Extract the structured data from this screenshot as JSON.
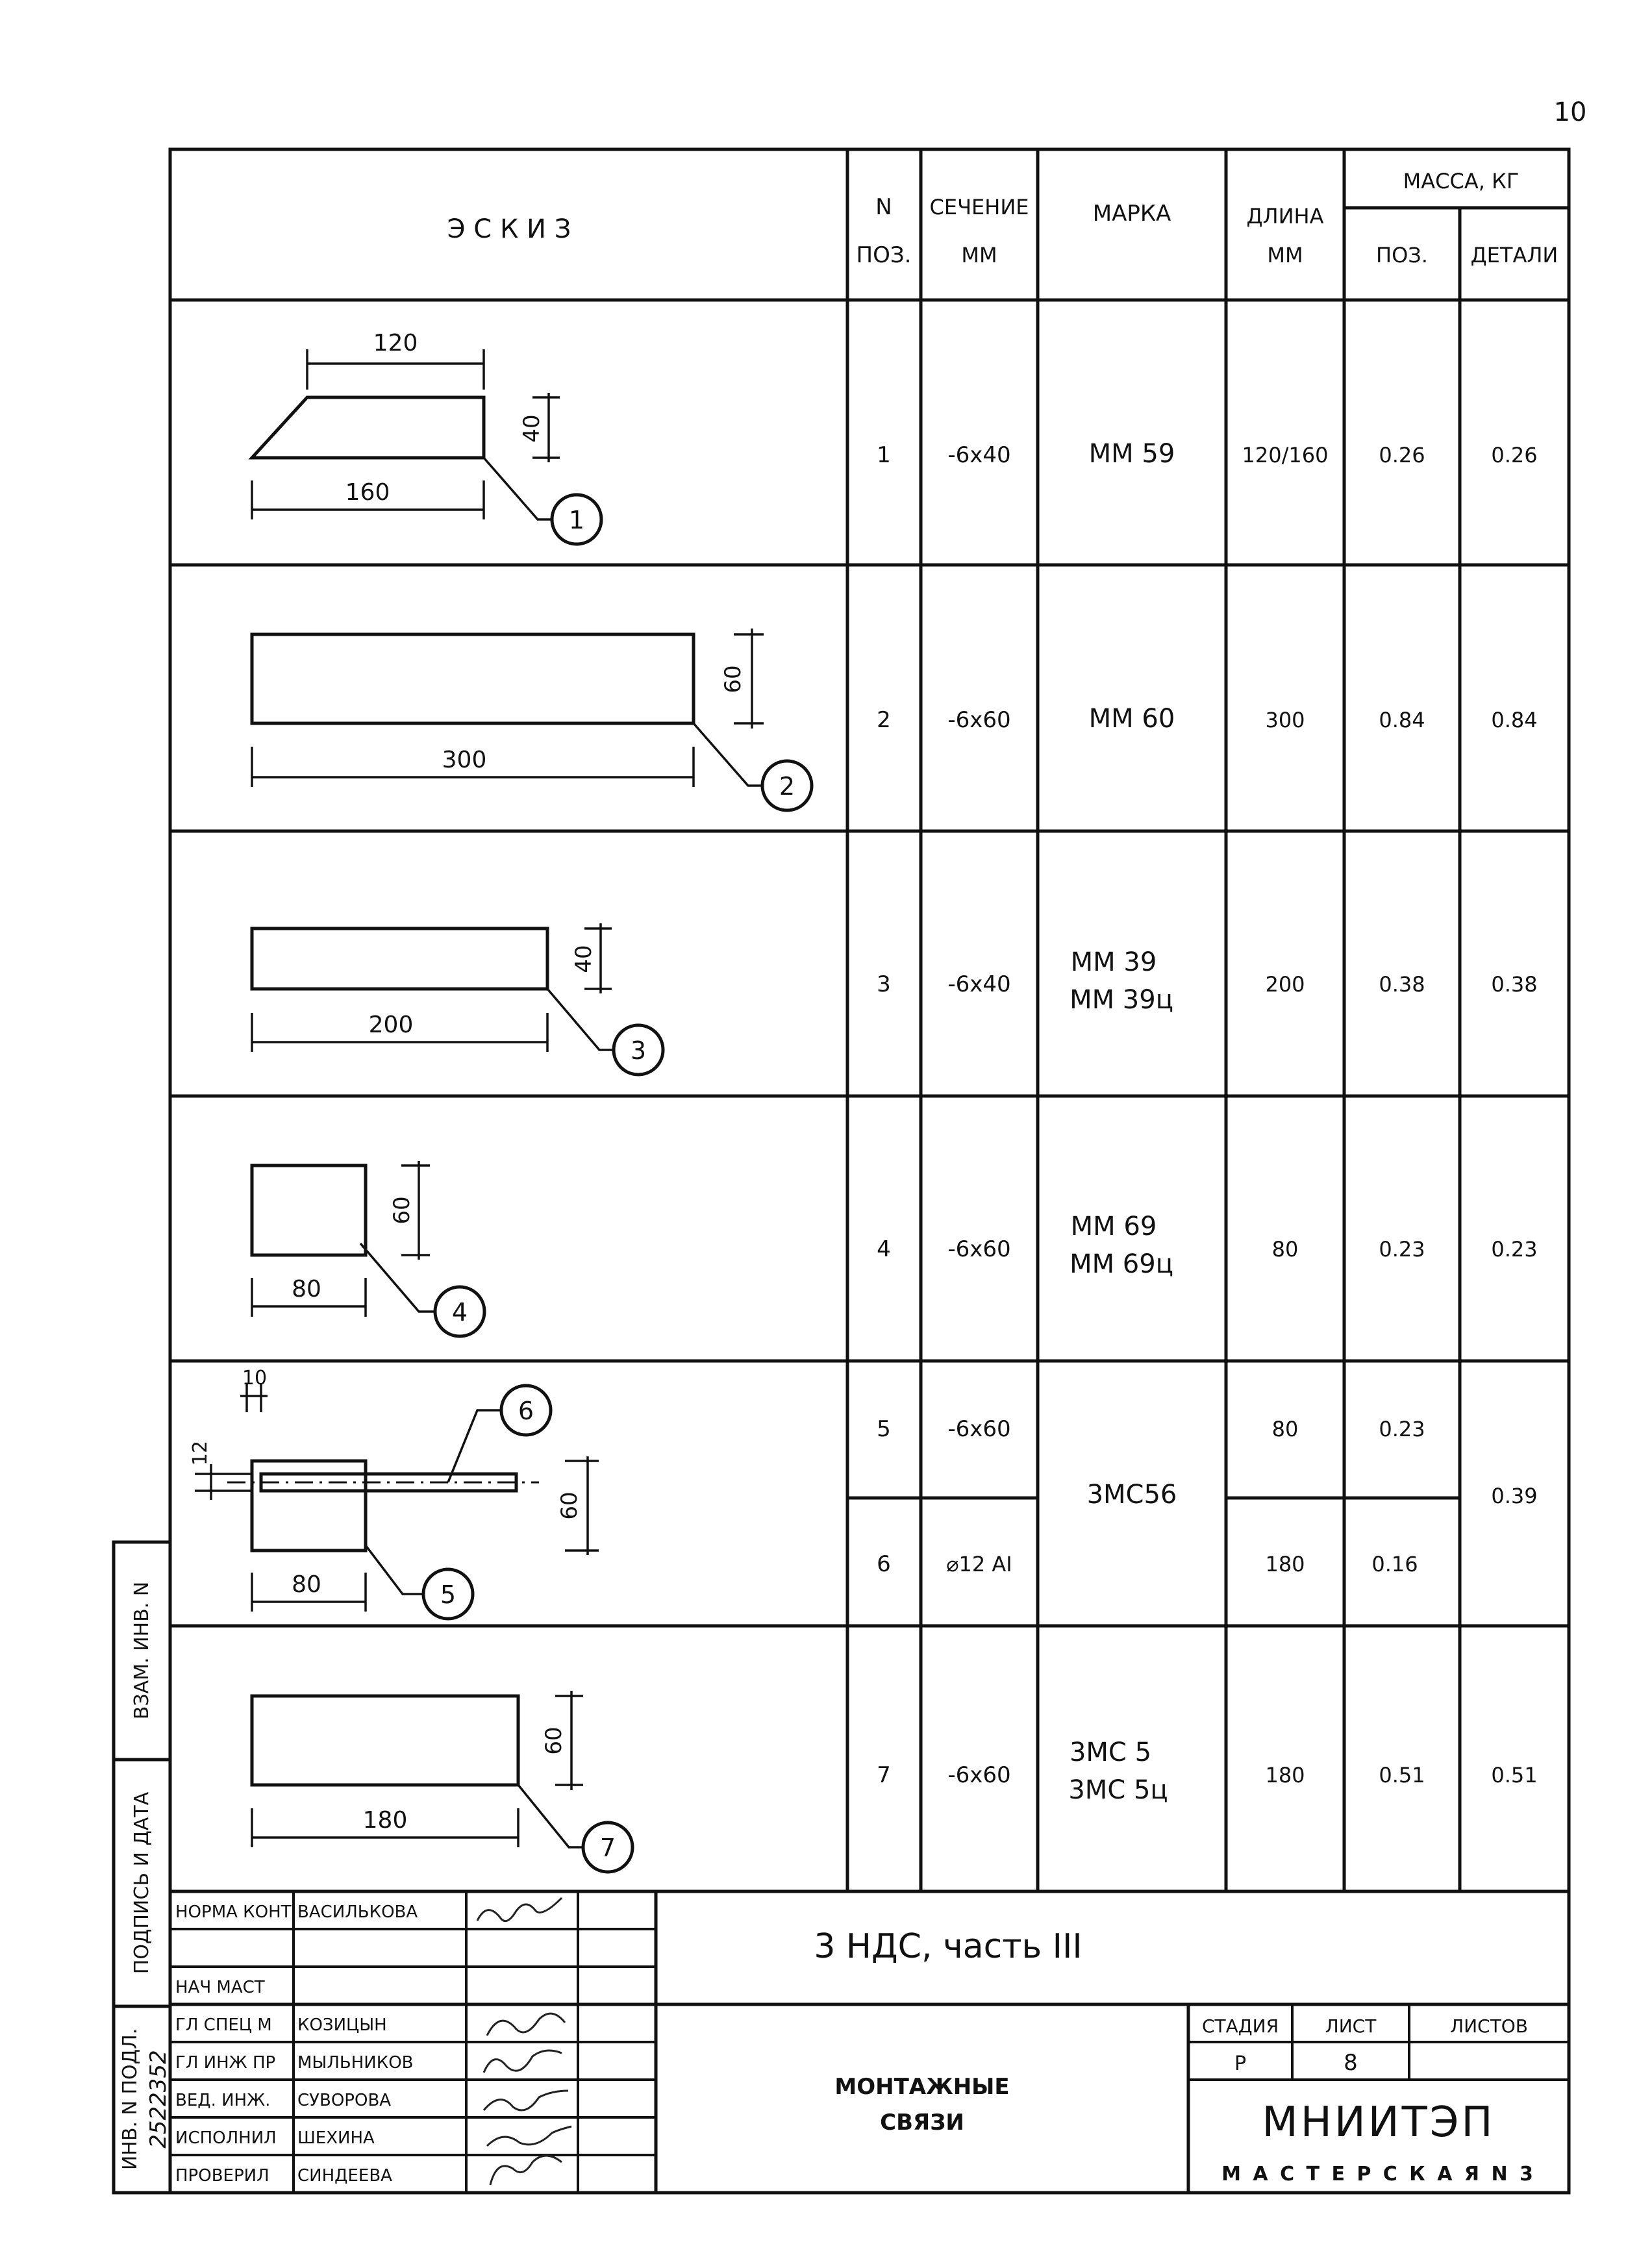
{
  "page_number": "10",
  "table": {
    "headers": {
      "sketch": "Э С К И З",
      "pos": [
        "N",
        "ПОЗ."
      ],
      "section": [
        "СЕЧЕНИЕ",
        "ММ"
      ],
      "mark": "МАРКА",
      "length": [
        "ДЛИНА",
        "ММ"
      ],
      "mass": "МАССА, КГ",
      "mass_pos": "ПОЗ.",
      "mass_part": "ДЕТАЛИ"
    },
    "rows": [
      {
        "pos": "1",
        "section": "-6x40",
        "mark": [
          "ММ 59"
        ],
        "length": "120/160",
        "mass_pos": "0.26",
        "mass_part": "0.26"
      },
      {
        "pos": "2",
        "section": "-6x60",
        "mark": [
          "ММ 60"
        ],
        "length": "300",
        "mass_pos": "0.84",
        "mass_part": "0.84"
      },
      {
        "pos": "3",
        "section": "-6x40",
        "mark": [
          "ММ 39",
          "ММ 39ц"
        ],
        "length": "200",
        "mass_pos": "0.38",
        "mass_part": "0.38"
      },
      {
        "pos": "4",
        "section": "-6x60",
        "mark": [
          "ММ 69",
          "ММ 69ц"
        ],
        "length": "80",
        "mass_pos": "0.23",
        "mass_part": "0.23"
      },
      {
        "pos": "5",
        "section": "-6x60",
        "mark": [
          "3МС56"
        ],
        "length": "80",
        "mass_pos": "0.23",
        "mass_part": "0.39"
      },
      {
        "pos": "6",
        "section": "⌀12 AI",
        "mark": [],
        "length": "180",
        "mass_pos": "0.16",
        "mass_part": ""
      },
      {
        "pos": "7",
        "section": "-6x60",
        "mark": [
          "3МС 5",
          "3МС 5ц"
        ],
        "length": "180",
        "mass_pos": "0.51",
        "mass_part": "0.51"
      }
    ]
  },
  "sketches": {
    "s1": {
      "dim_top": "120",
      "dim_side": "40",
      "dim_bottom": "160",
      "callout": "1"
    },
    "s2": {
      "dim_side": "60",
      "dim_bottom": "300",
      "callout": "2"
    },
    "s3": {
      "dim_side": "40",
      "dim_bottom": "200",
      "callout": "3"
    },
    "s4": {
      "dim_side": "60",
      "dim_bottom": "80",
      "callout": "4"
    },
    "s5": {
      "dim_top": "10",
      "dim_left": "12",
      "dim_side": "60",
      "dim_bottom": "80",
      "callout_bar": "6",
      "callout_plate": "5"
    },
    "s7": {
      "dim_side": "60",
      "dim_bottom": "180",
      "callout": "7"
    }
  },
  "side_stamp": {
    "vzam": "ВЗАМ. ИНВ. N",
    "podpis": "ПОДПИСЬ И ДАТА",
    "inv": "ИНВ. N ПОДЛ.",
    "inv_handwritten": "2522352"
  },
  "title_block": {
    "roles": [
      {
        "role": "НОРМА КОНТ",
        "name": "ВАСИЛЬКОВА"
      },
      {
        "role": "",
        "name": ""
      },
      {
        "role": "НАЧ МАСТ",
        "name": ""
      },
      {
        "role": "ГЛ СПЕЦ М",
        "name": "КОЗИЦЫН"
      },
      {
        "role": "ГЛ ИНЖ ПР",
        "name": "МЫЛЬНИКОВ"
      },
      {
        "role": "ВЕД. ИНЖ.",
        "name": "СУВОРОВА"
      },
      {
        "role": "ИСПОЛНИЛ",
        "name": "ШЕХИНА"
      },
      {
        "role": "ПРОВЕРИЛ",
        "name": "СИНДЕЕВА"
      }
    ],
    "project": "3 НДС, часть III",
    "sheet_title": [
      "МОНТАЖНЫЕ",
      "СВЯЗИ"
    ],
    "stage_label": "СТАДИЯ",
    "sheet_label": "ЛИСТ",
    "sheets_label": "ЛИСТОВ",
    "stage": "Р",
    "sheet": "8",
    "sheets": "",
    "org": "МНИИТЭП",
    "workshop": "М А С Т Е Р С К А Я   N 3"
  }
}
